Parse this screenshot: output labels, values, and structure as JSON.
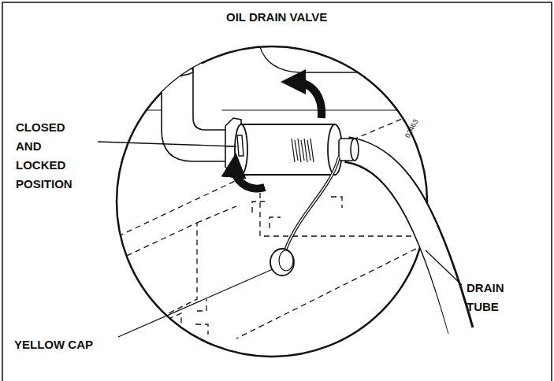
{
  "diagram": {
    "title": "OIL DRAIN VALVE",
    "labels": [
      "CLOSED AND LOCKED POSITION",
      "YELLOW CAP",
      "DRAIN TUBE",
      "02463"
    ]
  }
}
